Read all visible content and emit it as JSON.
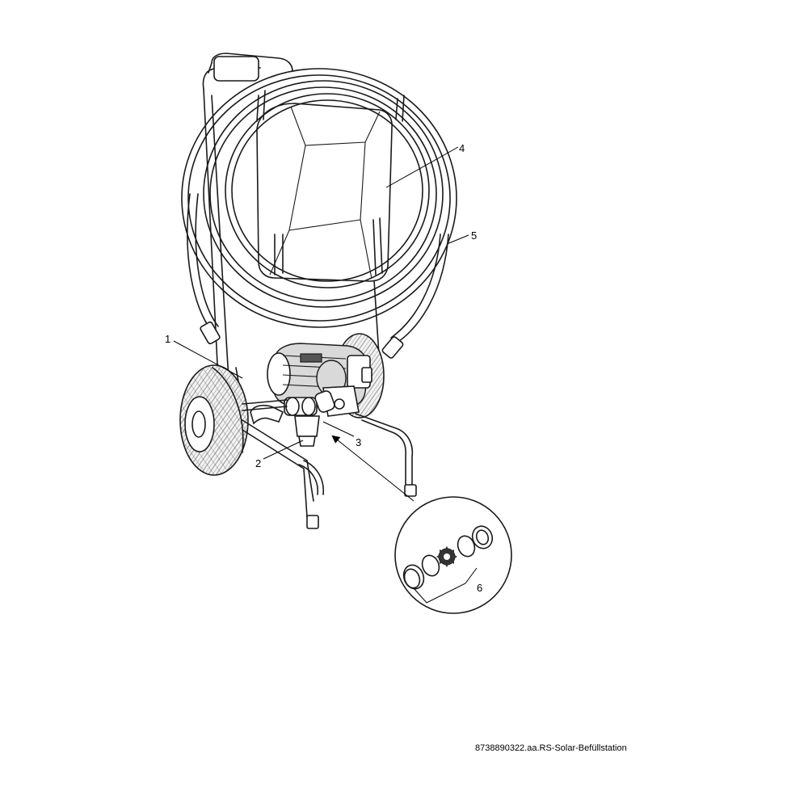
{
  "callouts": [
    {
      "id": "1",
      "label": "1"
    },
    {
      "id": "2",
      "label": "2"
    },
    {
      "id": "3",
      "label": "3"
    },
    {
      "id": "4",
      "label": "4"
    },
    {
      "id": "5",
      "label": "5"
    },
    {
      "id": "6",
      "label": "6"
    }
  ],
  "caption": "8738890322.aa.RS-Solar-Befüllstation"
}
